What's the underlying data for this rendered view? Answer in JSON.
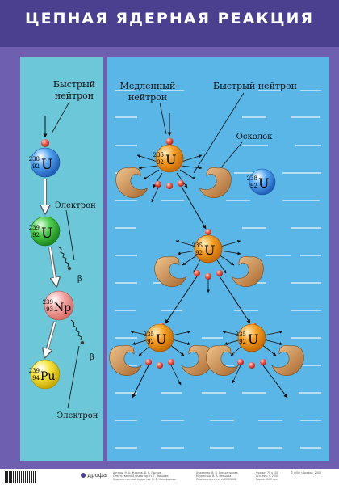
{
  "title": "ЦЕПНАЯ ЯДЕРНАЯ РЕАКЦИЯ",
  "colors": {
    "header": "#4b3f8f",
    "frame": "#6e5fb1",
    "left_panel": "#6cc7d8",
    "right_panel": "#59b6e6",
    "u235": "#f39a1a",
    "u238": "#3c92e8",
    "u239": "#3dbf3d",
    "np239": "#f29c98",
    "pu239": "#f5e23a",
    "fragment": "#c88a4c",
    "neutron": "#e84a3a"
  },
  "left_labels": {
    "fast_neutron": [
      "Быстрый",
      "нейтрон"
    ],
    "electron_1": "Электрон",
    "beta_1": "β",
    "beta_2": "β",
    "electron_2": "Электрон"
  },
  "right_labels": {
    "slow_neutron": [
      "Медленный",
      "нейтрон"
    ],
    "fast_neutron": "Быстрый нейтрон",
    "fragment": "Осколок"
  },
  "nuclei": {
    "u238": {
      "mass": "238",
      "charge": "92",
      "symbol": "U"
    },
    "u239": {
      "mass": "239",
      "charge": "92",
      "symbol": "U"
    },
    "np239": {
      "mass": "239",
      "charge": "93",
      "symbol": "Np"
    },
    "pu239": {
      "mass": "239",
      "charge": "94",
      "symbol": "Pu"
    },
    "u235": {
      "mass": "235",
      "charge": "92",
      "symbol": "U"
    }
  },
  "footer": {
    "authors": "Авторы: Н. А. Жданов, В. Н. Лысков",
    "editor": "Ответственный редактор: Н. Г. Ивашова",
    "art_editor": "Художественный редактор: Н. Е. Никифорова",
    "artist": "Художник: В. В. Александрова",
    "corrector": "Корректор: В. А. Немцова",
    "signed": "Подписано в печать 20.05.08",
    "format": "Формат 70 x 100",
    "sheets": "Усл. печ. л. 2,00",
    "copies": "Тираж 3000 экз.",
    "copyright": "© ООО «Дрофа», 2008",
    "publisher": "дрофа"
  }
}
